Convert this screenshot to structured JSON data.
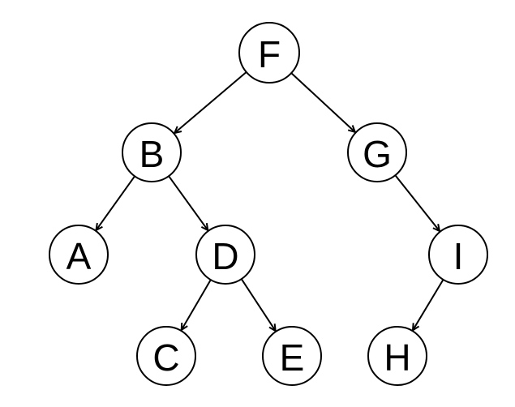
{
  "colors": {
    "stroke": "#000000",
    "text": "#000000",
    "background": "#ffffff"
  },
  "tree": {
    "nodes": [
      {
        "id": "F",
        "label": "F"
      },
      {
        "id": "B",
        "label": "B"
      },
      {
        "id": "G",
        "label": "G"
      },
      {
        "id": "A",
        "label": "A"
      },
      {
        "id": "D",
        "label": "D"
      },
      {
        "id": "I",
        "label": "I"
      },
      {
        "id": "C",
        "label": "C"
      },
      {
        "id": "E",
        "label": "E"
      },
      {
        "id": "H",
        "label": "H"
      }
    ],
    "edges": [
      {
        "from": "F",
        "to": "B"
      },
      {
        "from": "F",
        "to": "G"
      },
      {
        "from": "B",
        "to": "A"
      },
      {
        "from": "B",
        "to": "D"
      },
      {
        "from": "G",
        "to": "I"
      },
      {
        "from": "D",
        "to": "C"
      },
      {
        "from": "D",
        "to": "E"
      },
      {
        "from": "I",
        "to": "H"
      }
    ]
  }
}
